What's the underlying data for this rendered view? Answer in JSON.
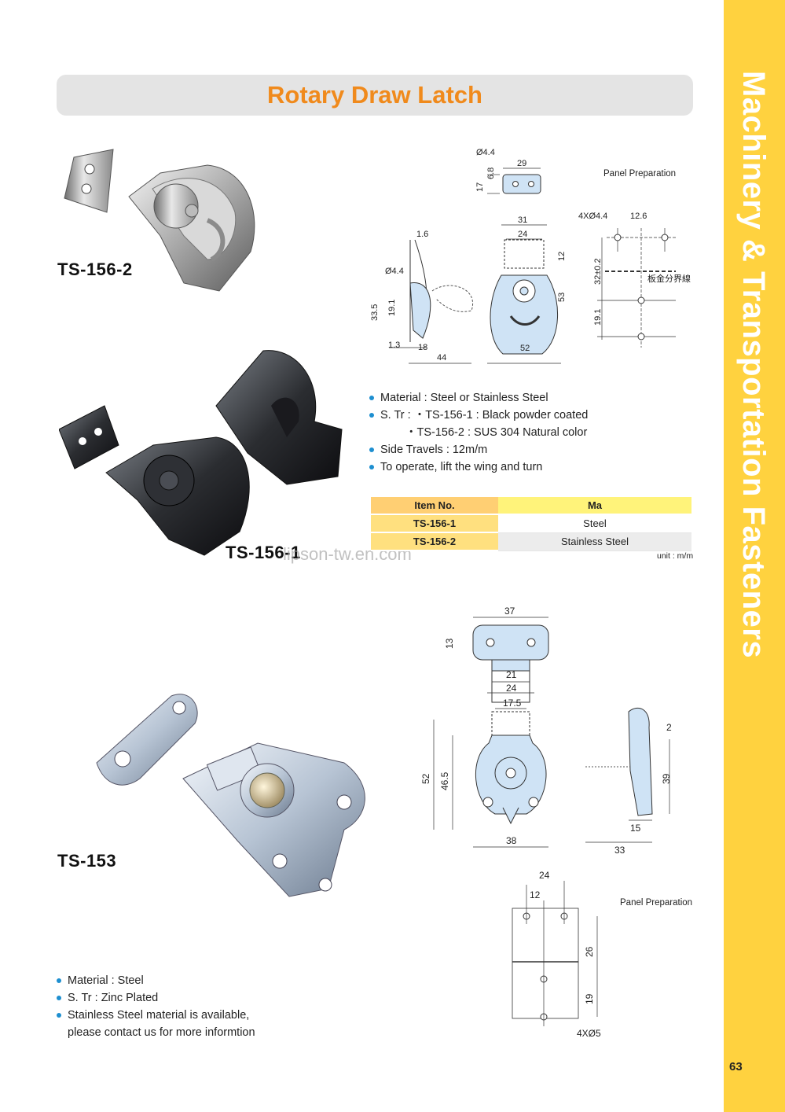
{
  "page": {
    "title": "Rotary Draw Latch",
    "side_title": "Machinery & Transportation Fasteners",
    "page_number": "63",
    "watermark": "lipson-tw.en.com"
  },
  "top_product": {
    "model_a": "TS-156-2",
    "model_b": "TS-156-1",
    "panel_label": "Panel Preparation",
    "cn_label": "板金分界線",
    "dims": {
      "hole": "Ø4.4",
      "h68": "6.8",
      "h17": "17",
      "w29": "29",
      "holes4": "4XØ4.4",
      "w126": "12.6",
      "v32": "32±0.2",
      "v191b": "19.1",
      "t16": "1.6",
      "d44": "Ø4.4",
      "v335": "33.5",
      "v191": "19.1",
      "t13": "1.3",
      "w18": "18",
      "w44": "44",
      "w31": "31",
      "w24": "24",
      "v12": "12",
      "v53": "53",
      "w52": "52"
    },
    "specs": [
      "Material : Steel or Stainless Steel",
      "S. Tr :  ・TS-156-1 : Black powder coated",
      "・TS-156-2 : SUS 304 Natural color",
      "Side Travels : 12m/m",
      "To operate, lift the wing and turn"
    ],
    "table": {
      "headers": [
        "Item No.",
        "Ma"
      ],
      "rows": [
        [
          "TS-156-1",
          "Steel"
        ],
        [
          "TS-156-2",
          "Stainless Steel"
        ]
      ],
      "unit": "unit : m/m"
    }
  },
  "bottom_product": {
    "model": "TS-153",
    "panel_label": "Panel Preparation",
    "dims": {
      "w37": "37",
      "v13": "13",
      "w21": "21",
      "w24": "24",
      "w175": "17.5",
      "v52": "52",
      "v465": "46.5",
      "w38": "38",
      "s2": "2",
      "v39": "39",
      "w15": "15",
      "w33": "33",
      "pw24": "24",
      "pw12": "12",
      "pv26": "26",
      "pv19": "19",
      "holes": "4XØ5"
    },
    "specs": [
      "Material : Steel",
      "S. Tr : Zinc Plated",
      "Stainless Steel material is available,",
      "please contact us for more informtion"
    ]
  },
  "colors": {
    "title_orange": "#f08a1c",
    "side_yellow": "#ffd23f",
    "bullet_blue": "#1e8fd0",
    "part_blue": "#cfe3f5"
  }
}
